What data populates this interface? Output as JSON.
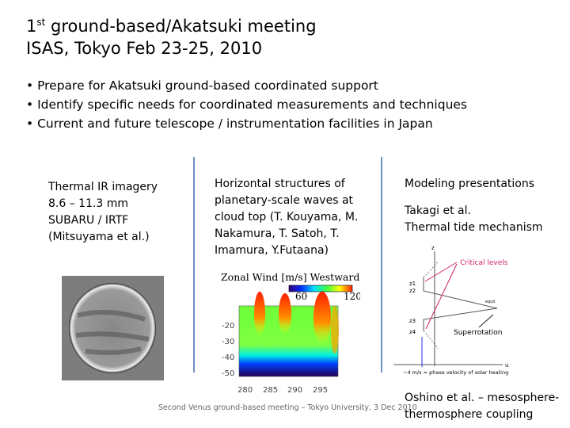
{
  "title": {
    "line1_sup": "st",
    "line1_num": "1",
    "line1_rest": " ground-based/Akatsuki meeting",
    "line2": "ISAS, Tokyo Feb 23-25, 2010"
  },
  "bullets": [
    "Prepare for Akatsuki ground-based coordinated support",
    "Identify specific needs for coordinated measurements and techniques",
    "Current and future telescope / instrumentation facilities in Japan"
  ],
  "col1": {
    "lines": [
      "Thermal IR imagery",
      "8.6 – 11.3 mm",
      "SUBARU / IRTF",
      "(Mitsuyama et al.)"
    ]
  },
  "col2": {
    "lines": [
      "Horizontal structures of",
      "planetary-scale waves at",
      "cloud top (T. Kouyama, M.",
      "Nakamura, T. Satoh, T.",
      "Imamura, Y.Futaana)"
    ],
    "plot": {
      "title": "Zonal Wind [m/s] Westward",
      "cbar_min": "60",
      "cbar_max": "120",
      "yticks": [
        "-20",
        "-30",
        "-40",
        "-50"
      ],
      "xticks": [
        "280",
        "285",
        "290",
        "295"
      ]
    }
  },
  "col3": {
    "heading": "Modeling presentations",
    "line1": "Takagi et al.",
    "line2": "Thermal tide mechanism",
    "diagram": {
      "critical": "Critical levels",
      "super": "Superrotation",
      "equil": "equil.",
      "caption": "−4 m/s = phase velocity of solar heating",
      "z": "z",
      "u": "u",
      "levels": [
        "z1",
        "z2",
        "z3",
        "z4"
      ]
    },
    "oshino1": "Oshino et al. – mesosphere-",
    "oshino2": "thermosphere coupling"
  },
  "footer": "Second Venus ground-based meeting – Tokyo University, 3 Dec 2010"
}
